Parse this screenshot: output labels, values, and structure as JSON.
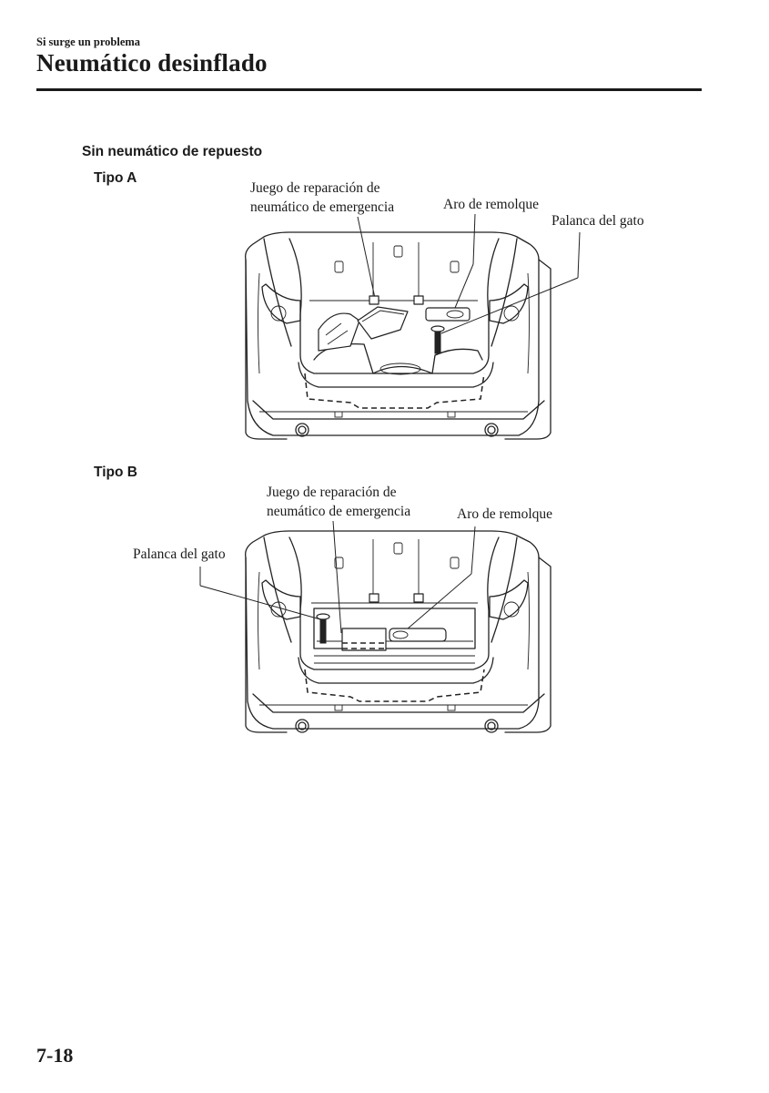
{
  "header": {
    "section_label": "Si surge un problema",
    "title": "Neumático desinflado"
  },
  "subsection": {
    "title": "Sin neumático de repuesto"
  },
  "figures": [
    {
      "type_label": "Tipo A",
      "callouts": {
        "repair_kit_line1": "Juego de reparación de",
        "repair_kit_line2": "neumático de emergencia",
        "tow_ring": "Aro de remolque",
        "jack_lever": "Palanca del gato"
      }
    },
    {
      "type_label": "Tipo B",
      "callouts": {
        "repair_kit_line1": "Juego de reparación de",
        "repair_kit_line2": "neumático de emergencia",
        "tow_ring": "Aro de remolque",
        "jack_lever": "Palanca del gato"
      }
    }
  ],
  "footer": {
    "page_number": "7-18"
  }
}
